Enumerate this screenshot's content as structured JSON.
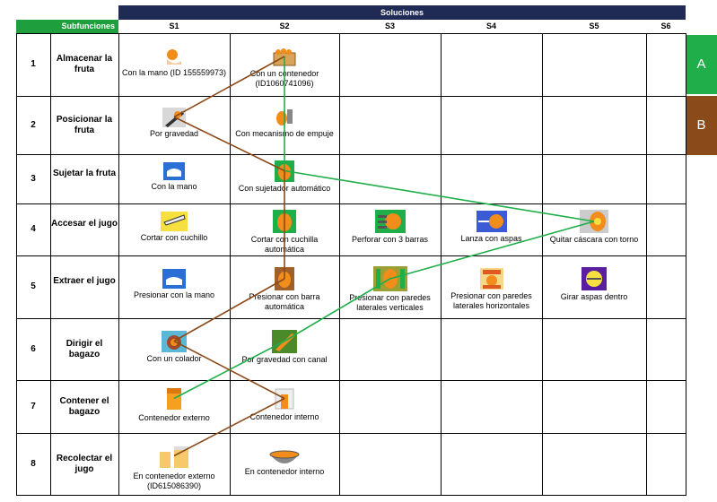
{
  "header": {
    "solutions_label": "Soluciones",
    "subfunctions_label": "Subfunciones",
    "columns": [
      "S1",
      "S2",
      "S3",
      "S4",
      "S5",
      "S6"
    ]
  },
  "rows": [
    {
      "num": "1",
      "name": "Almacenar la fruta"
    },
    {
      "num": "2",
      "name": "Posicionar la fruta"
    },
    {
      "num": "3",
      "name": "Sujetar la fruta"
    },
    {
      "num": "4",
      "name": "Accesar el jugo"
    },
    {
      "num": "5",
      "name": "Extraer el jugo"
    },
    {
      "num": "6",
      "name": "Dirigir el bagazo"
    },
    {
      "num": "7",
      "name": "Contener el bagazo"
    },
    {
      "num": "8",
      "name": "Recolectar el jugo"
    }
  ],
  "cells": [
    {
      "row": 1,
      "col": 1,
      "label": "Con la mano (ID 155559973)",
      "icon": "hand-orange-icon"
    },
    {
      "row": 1,
      "col": 2,
      "label": "Con un contenedor (ID1060741096)",
      "icon": "crate-icon"
    },
    {
      "row": 2,
      "col": 1,
      "label": "Por gravedad",
      "icon": "gravity-slope-icon"
    },
    {
      "row": 2,
      "col": 2,
      "label": "Con mecanismo de empuje",
      "icon": "push-mechanism-icon"
    },
    {
      "row": 3,
      "col": 1,
      "label": "Con la mano",
      "icon": "hand-hold-icon"
    },
    {
      "row": 3,
      "col": 2,
      "label": "Con sujetador automático",
      "icon": "auto-holder-icon"
    },
    {
      "row": 4,
      "col": 1,
      "label": "Cortar con cuchillo",
      "icon": "knife-icon"
    },
    {
      "row": 4,
      "col": 2,
      "label": "Cortar con cuchilla automática",
      "icon": "auto-blade-icon"
    },
    {
      "row": 4,
      "col": 3,
      "label": "Perforar con 3 barras",
      "icon": "three-bars-icon"
    },
    {
      "row": 4,
      "col": 4,
      "label": "Lanza con aspas",
      "icon": "spear-blades-icon"
    },
    {
      "row": 4,
      "col": 5,
      "label": "Quitar cáscara con torno",
      "icon": "lathe-icon"
    },
    {
      "row": 5,
      "col": 1,
      "label": "Presionar con la mano",
      "icon": "hand-press-icon"
    },
    {
      "row": 5,
      "col": 2,
      "label": "Presionar con barra automática",
      "icon": "auto-bar-press-icon"
    },
    {
      "row": 5,
      "col": 3,
      "label": "Presionar con paredes laterales verticales",
      "icon": "vertical-walls-icon"
    },
    {
      "row": 5,
      "col": 4,
      "label": "Presionar con paredes laterales horizontales",
      "icon": "horizontal-walls-icon"
    },
    {
      "row": 5,
      "col": 5,
      "label": "Girar aspas dentro",
      "icon": "rotating-blades-icon"
    },
    {
      "row": 6,
      "col": 1,
      "label": "Con un colador",
      "icon": "strainer-icon"
    },
    {
      "row": 6,
      "col": 2,
      "label": "Por gravedad con canal",
      "icon": "channel-icon"
    },
    {
      "row": 7,
      "col": 1,
      "label": "Contenedor externo",
      "icon": "external-container-icon"
    },
    {
      "row": 7,
      "col": 2,
      "label": "Contenedor interno",
      "icon": "internal-container-icon"
    },
    {
      "row": 8,
      "col": 1,
      "label": "En contenedor externo (ID615086390)",
      "icon": "juice-jug-icon"
    },
    {
      "row": 8,
      "col": 2,
      "label": "En contenedor interno",
      "icon": "bowl-icon"
    }
  ],
  "concepts": [
    {
      "name": "A",
      "color": "#1fae4a",
      "path": [
        [
          1,
          2
        ],
        [
          2,
          2
        ],
        [
          3,
          2
        ],
        [
          4,
          5
        ],
        [
          5,
          3
        ],
        [
          6,
          2
        ],
        [
          7,
          1
        ]
      ]
    },
    {
      "name": "B",
      "color": "#8b4a1a",
      "path": [
        [
          1,
          2
        ],
        [
          2,
          1
        ],
        [
          3,
          2
        ],
        [
          4,
          2
        ],
        [
          5,
          2
        ],
        [
          6,
          1
        ],
        [
          7,
          2
        ],
        [
          8,
          1
        ]
      ]
    }
  ]
}
